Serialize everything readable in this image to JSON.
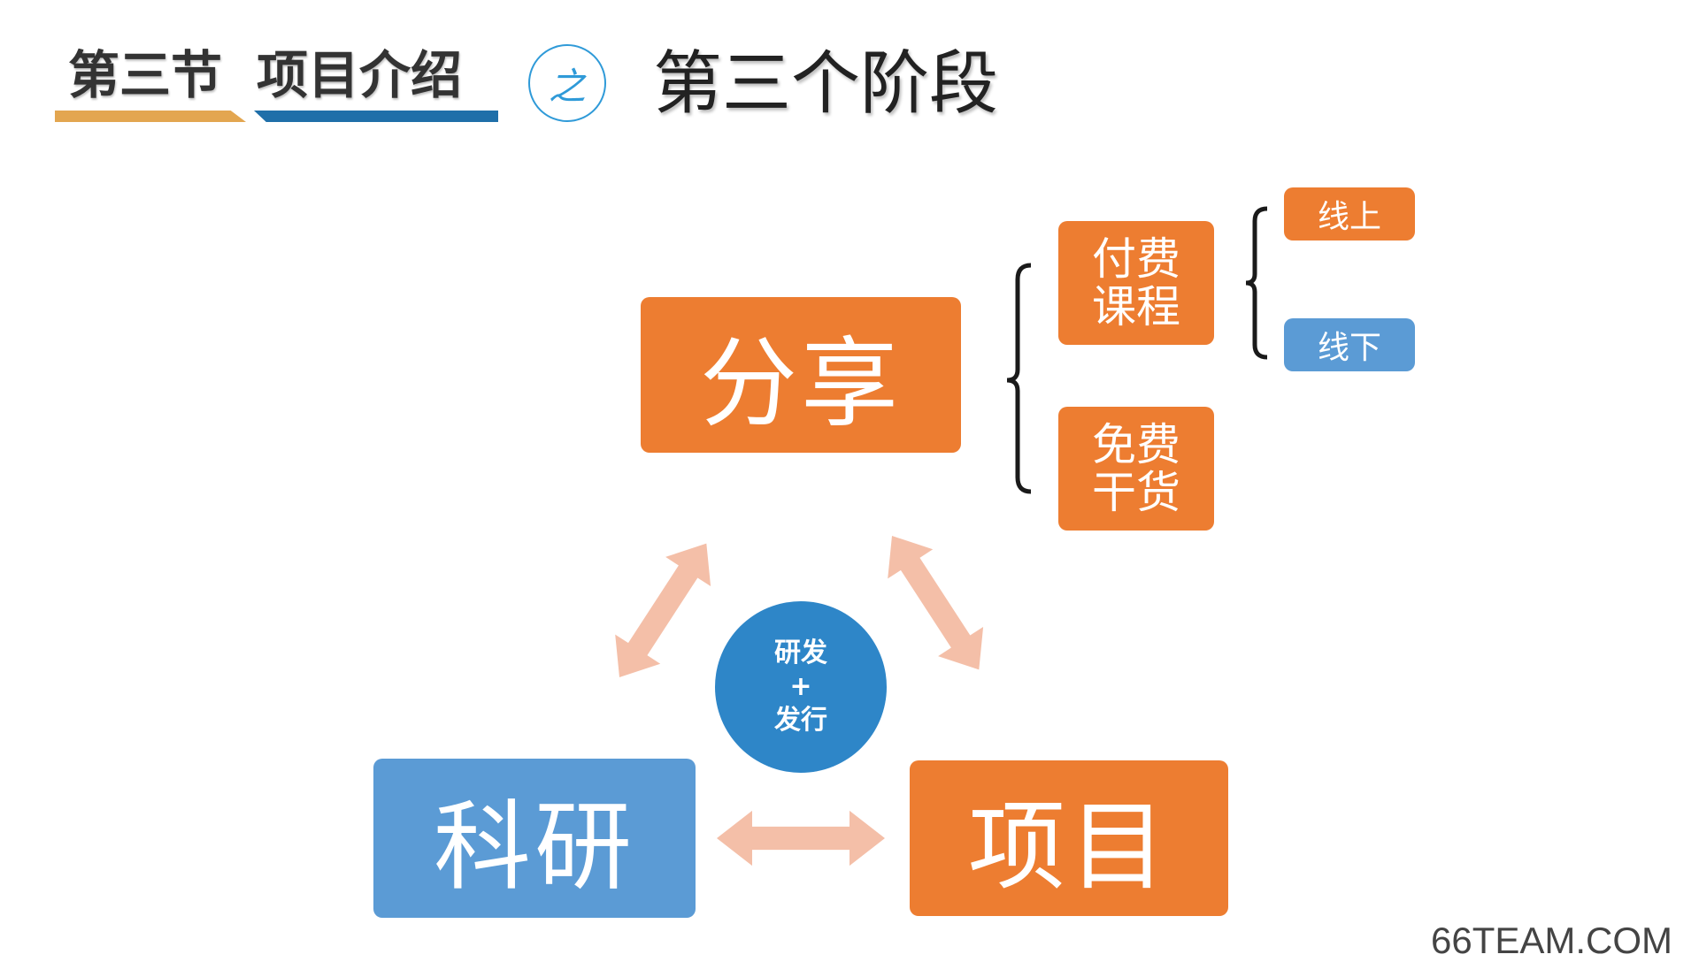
{
  "header": {
    "section": "第三节",
    "section_title": "项目介绍",
    "badge": "之",
    "title": "第三个阶段"
  },
  "diagram": {
    "share": "分享",
    "research": "科研",
    "project": "项目",
    "center_line1": "研发",
    "center_line2": "+",
    "center_line3": "发行",
    "paid_course_l1": "付费",
    "paid_course_l2": "课程",
    "free_l1": "免费",
    "free_l2": "干货",
    "online": "线上",
    "offline": "线下"
  },
  "watermark": "66TEAM.COM",
  "colors": {
    "orange": "#ed7d31",
    "blue": "#5b9bd5",
    "center": "#2e86c8",
    "arrow": "#f4bfa8",
    "bar_gold": "#e3a650",
    "bar_blue": "#1f6fa9"
  }
}
